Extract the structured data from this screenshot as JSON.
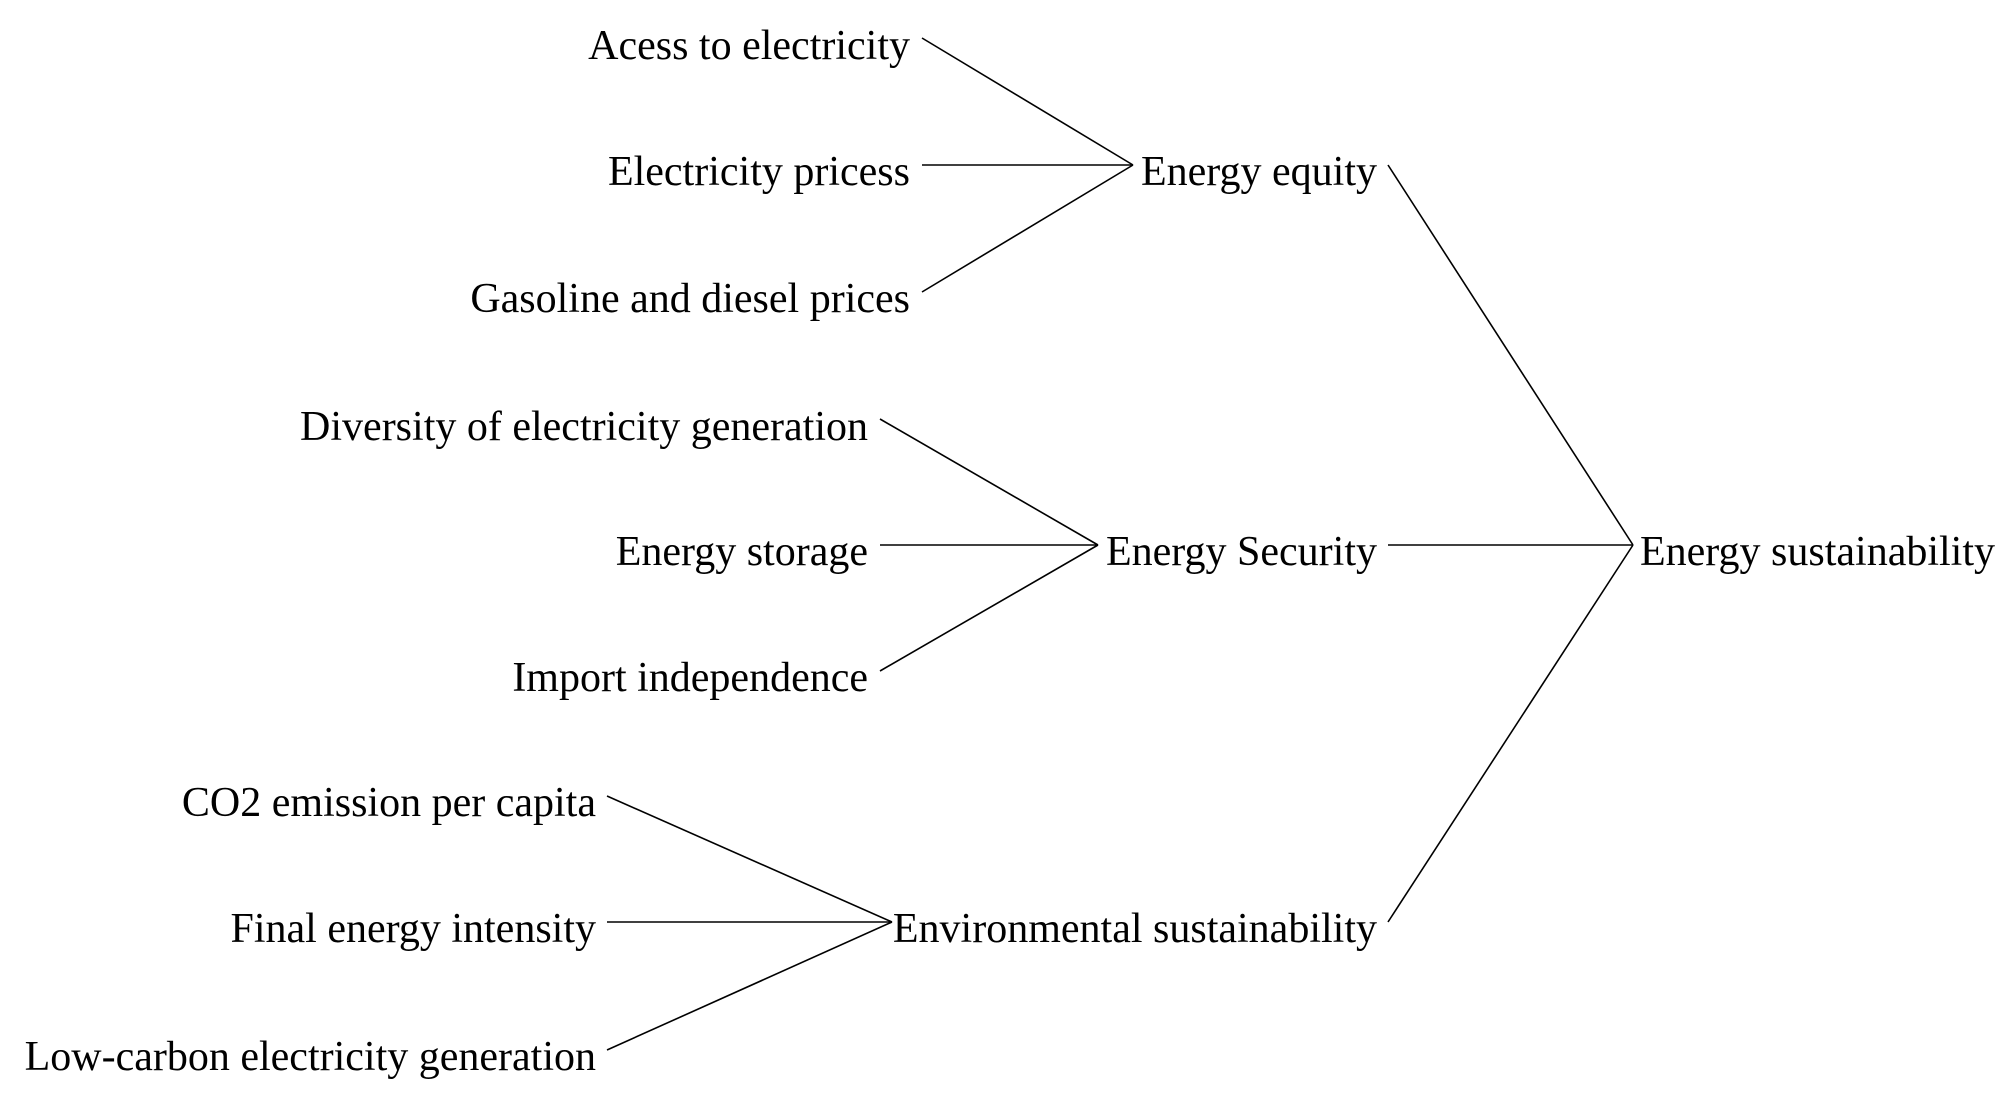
{
  "root": {
    "label": "Energy sustainability"
  },
  "dimensions": [
    {
      "label": "Energy equity",
      "indicators": [
        "Acess to electricity",
        "Electricity pricess",
        "Gasoline and diesel prices"
      ]
    },
    {
      "label": "Energy Security",
      "indicators": [
        "Diversity of electricity generation",
        "Energy storage",
        "Import independence"
      ]
    },
    {
      "label": "Environmental sustainability",
      "indicators": [
        "CO2 emission per capita",
        "Final energy intensity",
        "Low-carbon electricity generation"
      ]
    }
  ],
  "colors": {
    "line": "#000000",
    "text": "#000000",
    "background": "#ffffff"
  }
}
